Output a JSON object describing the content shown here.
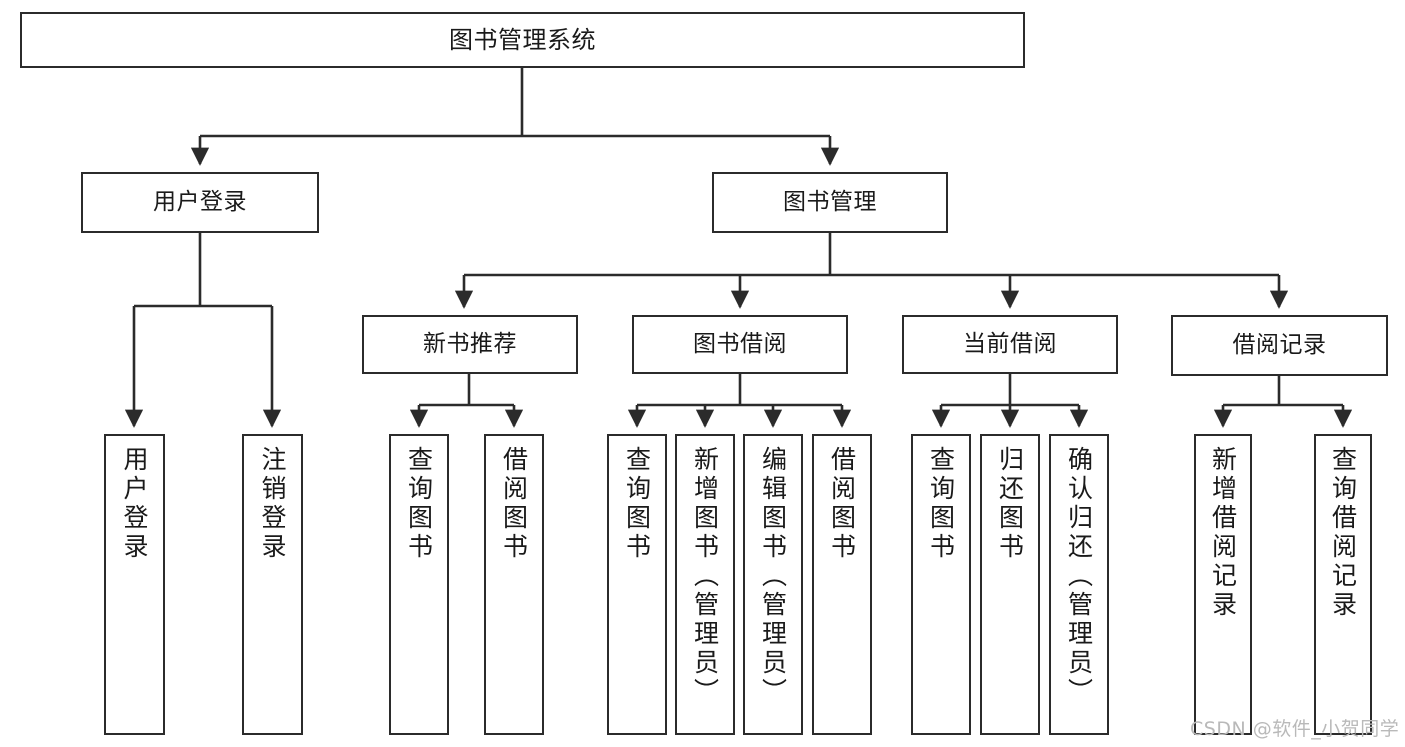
{
  "diagram": {
    "title": "图书管理系统",
    "watermark": "CSDN @软件_小贺同学",
    "colors": {
      "background": "#ffffff",
      "border": "#2b2b2b",
      "text": "#1a1a1a",
      "watermark": "#b9b9b9"
    },
    "nodes": {
      "root": "图书管理系统",
      "user_login": "用户登录",
      "book_manage": "图书管理",
      "new_book_rec": "新书推荐",
      "book_borrow": "图书借阅",
      "current_borrow": "当前借阅",
      "borrow_record": "借阅记录",
      "leaf_user_login": "用户登录",
      "leaf_logout": "注销登录",
      "leaf_query_book_1": "查询图书",
      "leaf_borrow_book_1": "借阅图书",
      "leaf_query_book_2": "查询图书",
      "leaf_add_book": "新增图书（管理员）",
      "leaf_edit_book": "编辑图书（管理员）",
      "leaf_borrow_book_2": "借阅图书",
      "leaf_query_book_3": "查询图书",
      "leaf_return_book": "归还图书",
      "leaf_confirm_return": "确认归还（管理员）",
      "leaf_add_record": "新增借阅记录",
      "leaf_query_record": "查询借阅记录"
    }
  }
}
